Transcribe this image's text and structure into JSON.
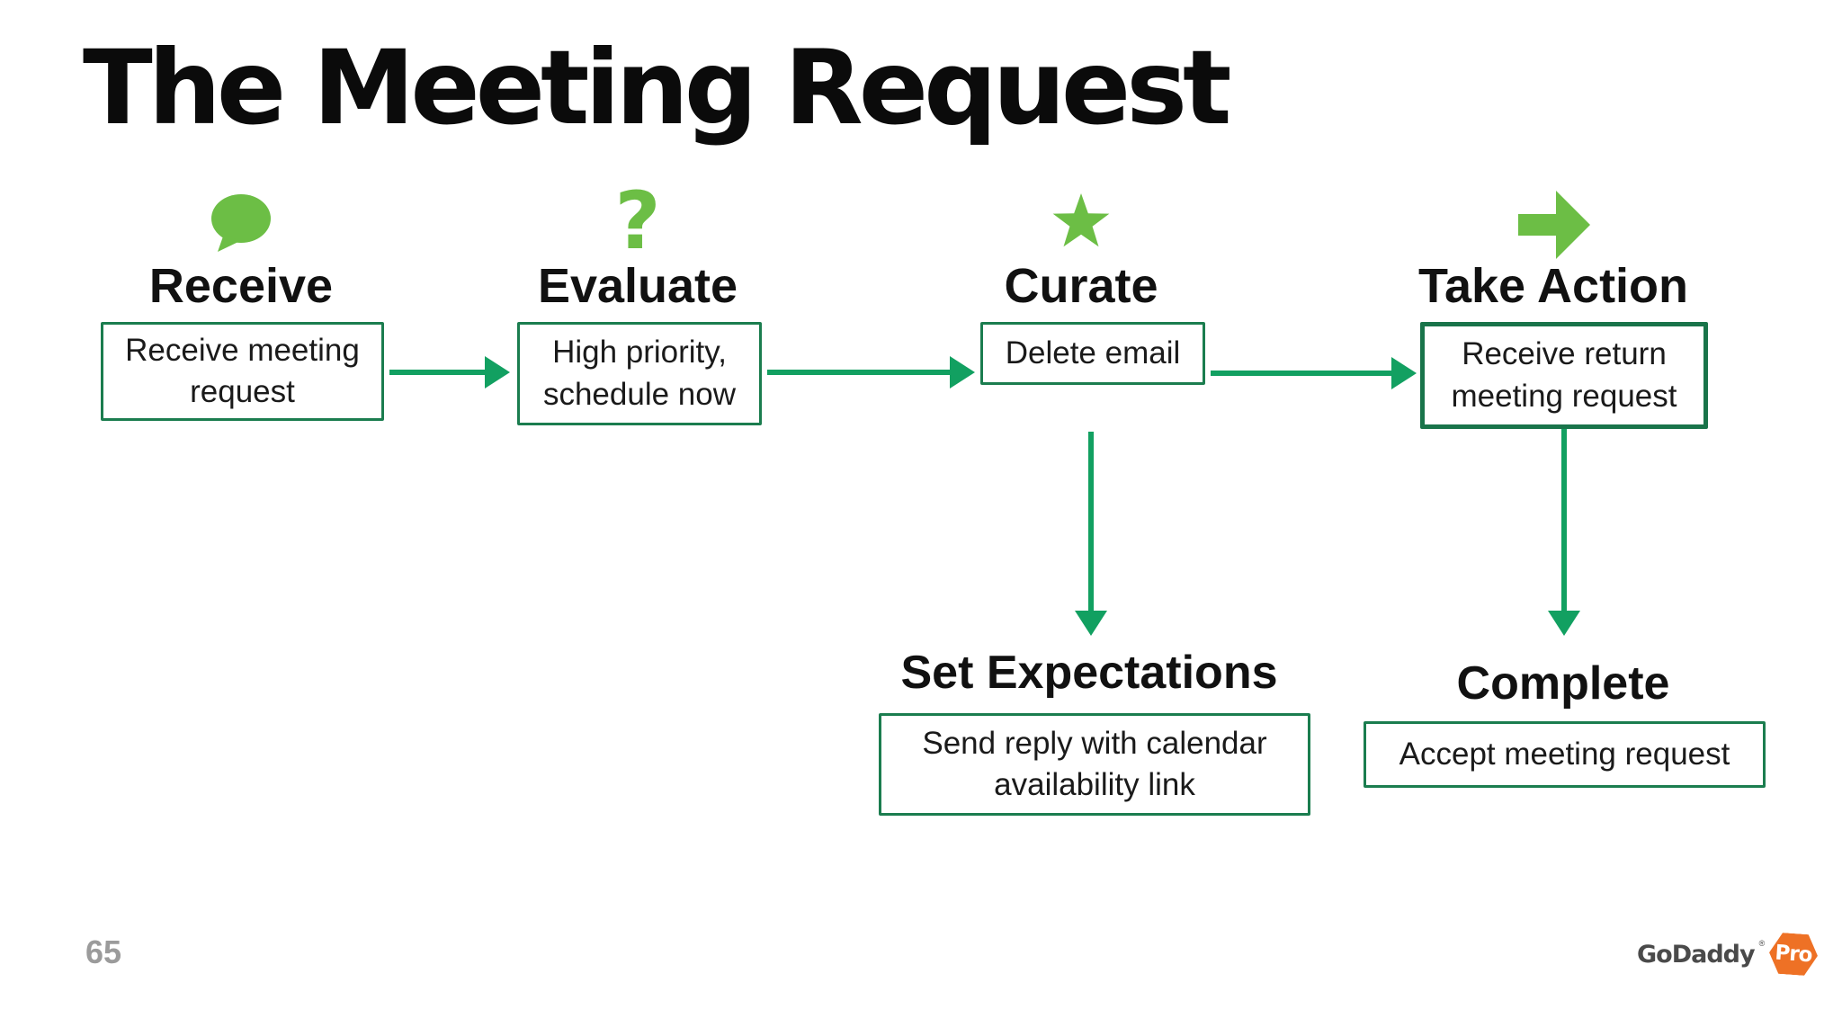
{
  "slide": {
    "title": "The Meeting Request",
    "page_number": "65",
    "brand": {
      "wordmark": "GoDaddy",
      "registered": "®",
      "badge": "Pro"
    },
    "colors": {
      "light_green": "#6cbe45",
      "green": "#12a061",
      "border_green": "#1b7d4f",
      "border_green_dark": "#19744a",
      "orange": "#ee7125",
      "page_gray": "#9b9b9b",
      "brand_gray": "#4a4a4a"
    }
  },
  "flow": {
    "stages": [
      {
        "icon": "speech-bubble-icon",
        "label": "Receive",
        "box": "Receive meeting\nrequest"
      },
      {
        "icon": "question-mark-icon",
        "icon_glyph": "?",
        "label": "Evaluate",
        "box": "High priority,\nschedule now"
      },
      {
        "icon": "star-icon",
        "label": "Curate",
        "box": "Delete email"
      },
      {
        "icon": "arrow-right-icon",
        "label": "Take Action",
        "box": "Receive return\nmeeting request"
      }
    ],
    "branches": [
      {
        "label": "Set Expectations",
        "box": "Send reply with calendar\navailability link"
      },
      {
        "label": "Complete",
        "box": "Accept meeting request"
      }
    ],
    "connectors": [
      {
        "from": "Receive",
        "to": "Evaluate"
      },
      {
        "from": "Evaluate",
        "to": "Curate"
      },
      {
        "from": "Curate",
        "to": "Take Action"
      },
      {
        "from": "Curate",
        "to": "Set Expectations"
      },
      {
        "from": "Take Action",
        "to": "Complete"
      }
    ]
  }
}
